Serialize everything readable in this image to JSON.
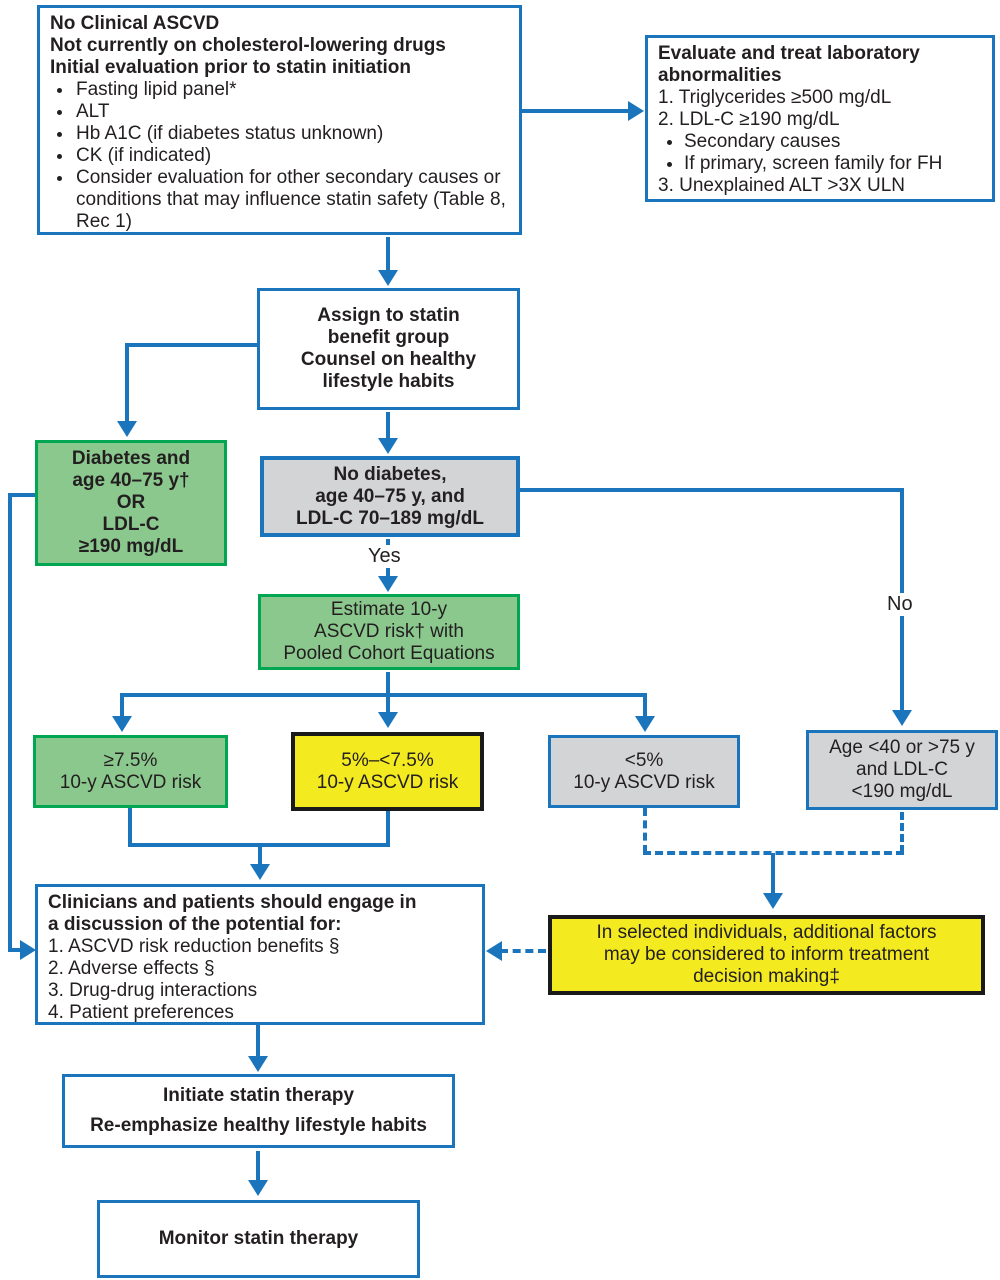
{
  "colors": {
    "connector_blue": "#1B75BC",
    "green_fill": "#8BC88E",
    "green_border": "#00A651",
    "gray_fill": "#D3D4D6",
    "yellow_fill": "#F3EA20",
    "yellow_border": "#1A1A1A",
    "text": "#231F20"
  },
  "labels": {
    "yes": "Yes",
    "no": "No"
  },
  "boxes": {
    "initial_eval": {
      "heading": [
        "No Clinical ASCVD",
        "Not currently on cholesterol-lowering drugs",
        "Initial evaluation prior to statin initiation"
      ],
      "bullets": [
        "Fasting lipid panel*",
        "ALT",
        "Hb A1C (if diabetes status unknown)",
        "CK (if indicated)",
        "Consider evaluation for other secondary causes or conditions that may influence statin safety (Table 8, Rec 1)"
      ]
    },
    "lab_abnormalities": {
      "heading": [
        "Evaluate and treat laboratory",
        "abnormalities"
      ],
      "item1": "1.  Triglycerides ≥500 mg/dL",
      "item2": "2.  LDL-C ≥190 mg/dL",
      "item2_sub": [
        "Secondary causes",
        "If primary, screen family for FH"
      ],
      "item3": "3.  Unexplained ALT >3X ULN"
    },
    "assign": {
      "lines": [
        "Assign to statin",
        "benefit group",
        "Counsel on healthy",
        "lifestyle habits"
      ]
    },
    "diabetes": {
      "lines": [
        "Diabetes and",
        "age 40–75 y†",
        "OR",
        "LDL-C",
        "≥190 mg/dL"
      ]
    },
    "no_diabetes": {
      "lines": [
        "No diabetes,",
        "age 40–75 y, and",
        "LDL-C 70–189 mg/dL"
      ]
    },
    "estimate": {
      "lines": [
        "Estimate 10-y",
        "ASCVD risk† with",
        "Pooled Cohort Equations"
      ]
    },
    "risk_high": {
      "lines": [
        "≥7.5%",
        "10-y ASCVD risk"
      ]
    },
    "risk_mid": {
      "lines": [
        "5%–<7.5%",
        "10-y ASCVD risk"
      ]
    },
    "risk_low": {
      "lines": [
        "<5%",
        "10-y ASCVD risk"
      ]
    },
    "age_out": {
      "lines": [
        "Age <40 or >75 y",
        "and LDL-C",
        "<190 mg/dL"
      ]
    },
    "clinicians": {
      "heading": [
        "Clinicians and patients should engage in",
        "a discussion of the potential for:"
      ],
      "items": [
        "1.  ASCVD risk reduction benefits §",
        "2.  Adverse effects §",
        "3.  Drug-drug interactions",
        "4.  Patient preferences"
      ]
    },
    "selected_individuals": {
      "lines": [
        "In selected individuals, additional factors",
        "may be considered to inform treatment",
        "decision making‡"
      ]
    },
    "initiate": {
      "lines": [
        "Initiate statin therapy",
        "Re-emphasize healthy lifestyle habits"
      ]
    },
    "monitor": {
      "label": "Monitor statin therapy"
    }
  }
}
